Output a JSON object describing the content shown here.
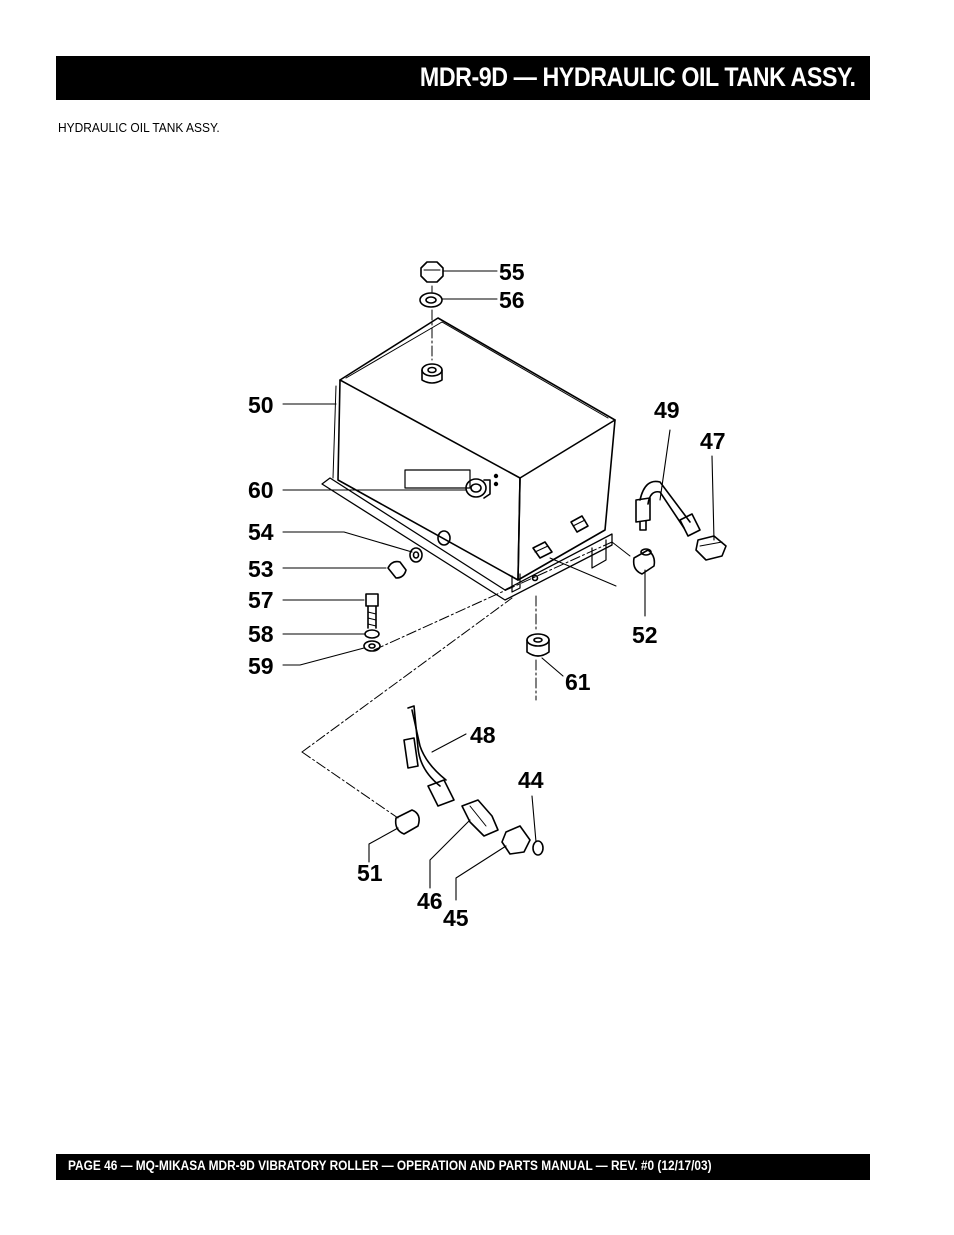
{
  "header": {
    "title": "MDR-9D — HYDRAULIC OIL TANK ASSY."
  },
  "subtitle": "HYDRAULIC OIL TANK ASSY.",
  "callouts": {
    "p44": "44",
    "p45": "45",
    "p46": "46",
    "p47": "47",
    "p48": "48",
    "p49": "49",
    "p50": "50",
    "p51": "51",
    "p52": "52",
    "p53": "53",
    "p54": "54",
    "p55": "55",
    "p56": "56",
    "p57": "57",
    "p58": "58",
    "p59": "59",
    "p60": "60",
    "p61": "61"
  },
  "footer": {
    "text": "PAGE 46 — MQ-MIKASA MDR-9D VIBRATORY ROLLER —  OPERATION AND PARTS MANUAL — REV. #0 (12/17/03)"
  }
}
